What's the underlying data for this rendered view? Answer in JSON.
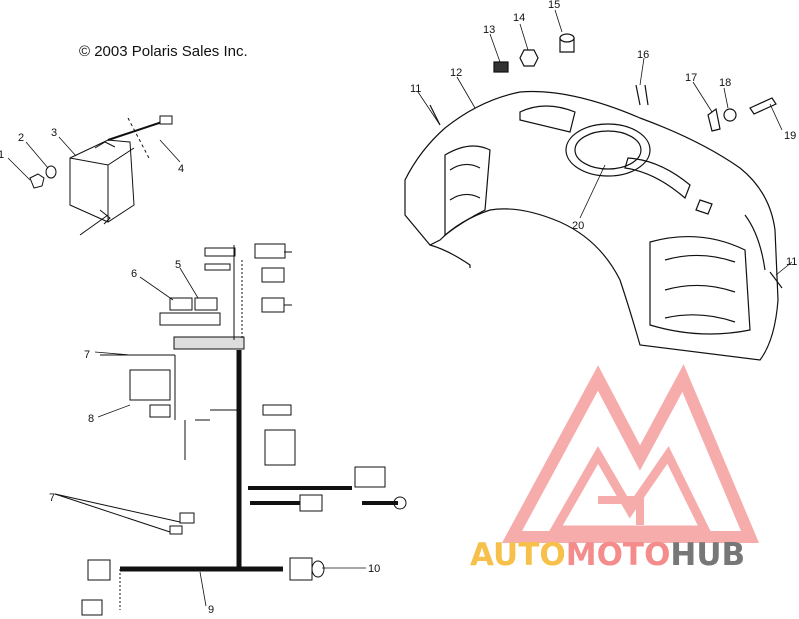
{
  "copyright": "© 2003 Polaris Sales Inc.",
  "callouts": [
    "1",
    "2",
    "3",
    "4",
    "5",
    "6",
    "7",
    "8",
    "7",
    "9",
    "10",
    "11",
    "12",
    "13",
    "14",
    "15",
    "16",
    "17",
    "18",
    "19",
    "20",
    "11"
  ],
  "watermark": {
    "part1": "AUTO",
    "part2": "MOTO",
    "part3": "HUB"
  },
  "colors": {
    "wm_red": "#f48c8c",
    "wm_yellow": "#f6c04a",
    "wm_gray": "#777777",
    "line": "#111111"
  }
}
